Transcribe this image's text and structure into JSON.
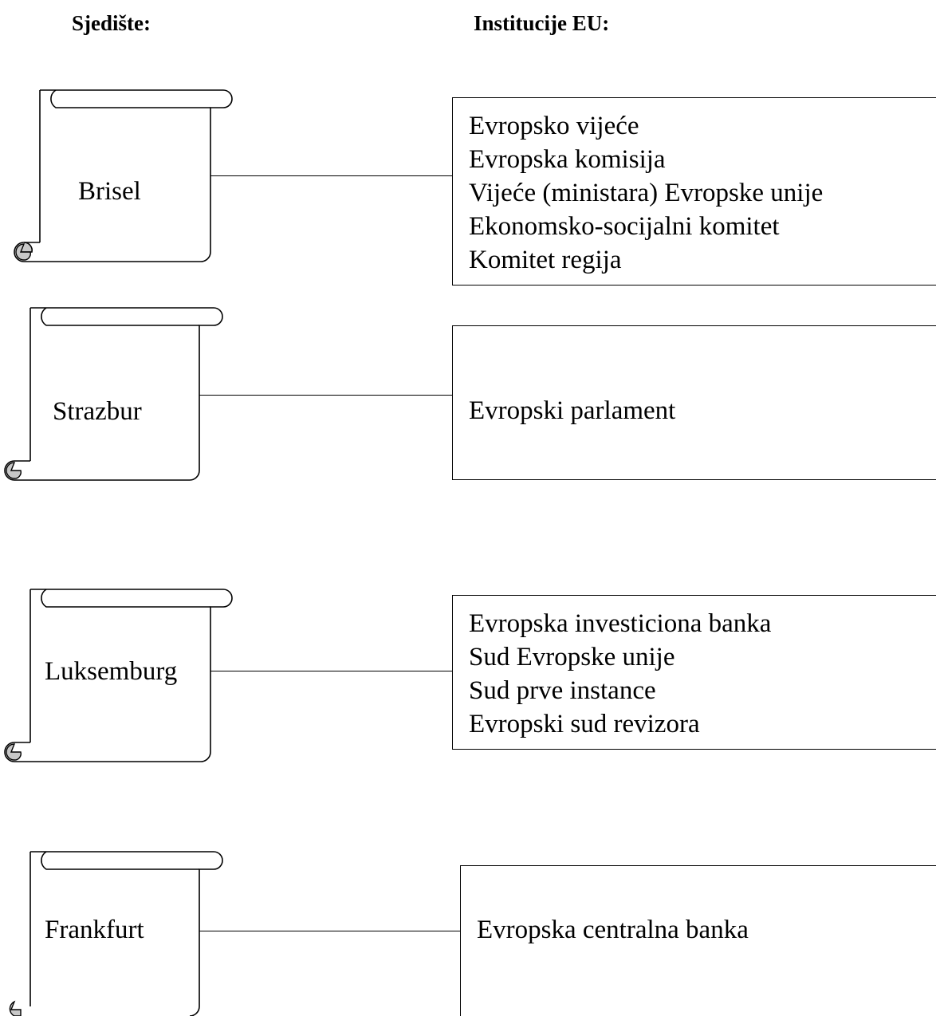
{
  "headings": {
    "seat": "Sjedište:",
    "institutions": "Institucije EU:"
  },
  "cities": [
    {
      "name": "Brisel",
      "institutions": [
        "Evropsko vijeće",
        "Evropska komisija",
        "Vijeće (ministara) Evropske unije",
        "Ekonomsko-socijalni komitet",
        "Komitet regija"
      ]
    },
    {
      "name": "Strazbur",
      "institutions": [
        "Evropski parlament"
      ]
    },
    {
      "name": "Luksemburg",
      "institutions": [
        "Evropska investiciona banka",
        "Sud Evropske unije",
        "Sud prve instance",
        "Evropski sud revizora"
      ]
    },
    {
      "name": "Frankfurt",
      "institutions": [
        "Evropska centralna banka"
      ]
    }
  ]
}
